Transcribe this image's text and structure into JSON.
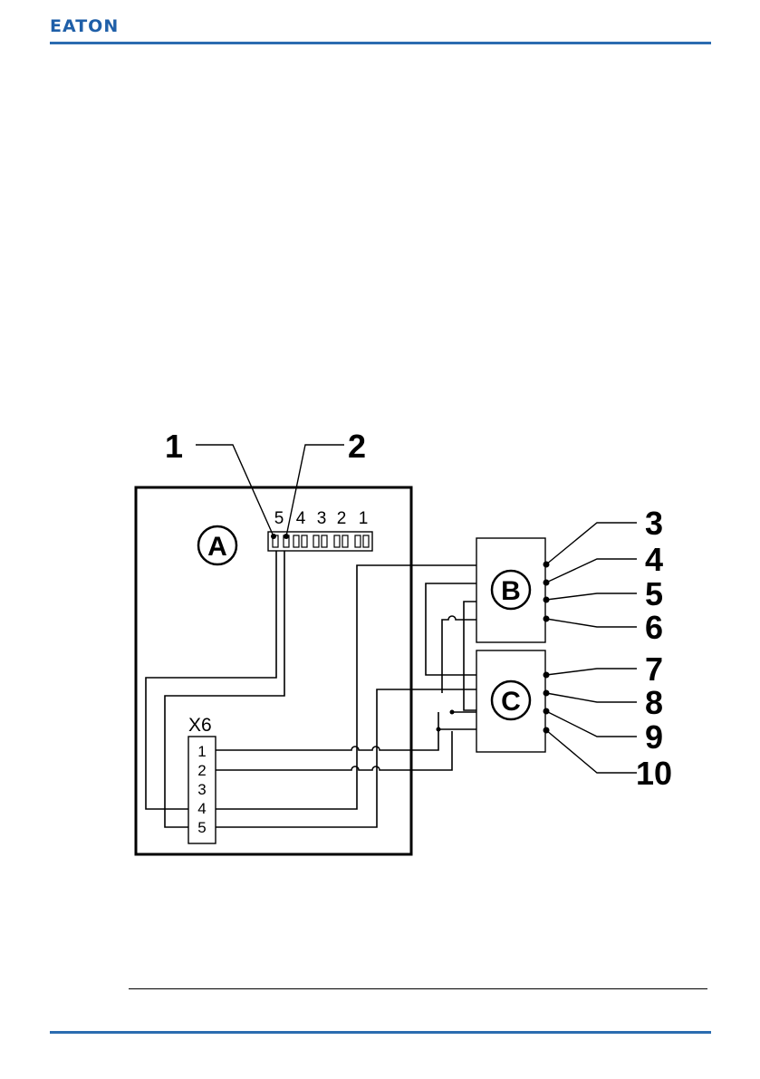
{
  "header": {
    "logo_text": "EATON",
    "brand_color": "#1f5fa8"
  },
  "diagram": {
    "callouts": [
      "1",
      "2",
      "3",
      "4",
      "5",
      "6",
      "7",
      "8",
      "9",
      "10"
    ],
    "switch_numbers": [
      "5",
      "4",
      "3",
      "2",
      "1"
    ],
    "modules": [
      "A",
      "B",
      "C"
    ],
    "terminal_block": {
      "label": "X6",
      "terminals": [
        "1",
        "2",
        "3",
        "4",
        "5"
      ]
    }
  }
}
